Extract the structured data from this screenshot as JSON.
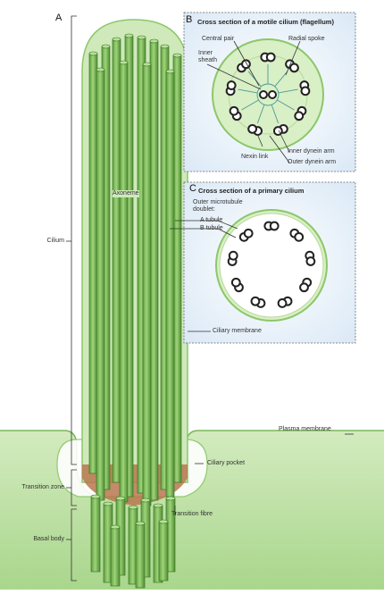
{
  "panels": {
    "a": {
      "letter": "A"
    },
    "b": {
      "letter": "B",
      "title": "Cross section of a motile cilium (flagellum)"
    },
    "c": {
      "letter": "C",
      "title": "Cross section of a primary cilium"
    }
  },
  "labels": {
    "cilium": "Cilium",
    "axoneme": "Axoneme",
    "a_tubule": "A tubule",
    "b_tubule": "B tubule",
    "outer_doublet": "Outer microtubule doublet:",
    "ciliary_membrane": "Ciliary membrane",
    "plasma_membrane": "Plasma membrane",
    "ciliary_pocket": "Ciliary pocket",
    "transition_zone": "Transition zone",
    "transition_fibre": "Transition fibre",
    "basal_body": "Basal body",
    "central_pair": "Central pair",
    "radial_spoke": "Radial spoke",
    "inner_sheath": "Inner sheath",
    "inner_dynein_arm": "Inner dynein arm",
    "outer_dynein_arm": "Outer dynein arm",
    "nexin_link": "Nexin link"
  },
  "colors": {
    "cilium_fill": "#c8e6b0",
    "cilium_stroke": "#8cc76a",
    "tubule_fill": "#7fbf5a",
    "tubule_stroke": "#3d7a25",
    "transition": "#b9774f",
    "panel_bg": "#eaf3fb",
    "cell_green": "#bfe0a4",
    "doublet": "#222222",
    "dynein": "#c9a24a"
  }
}
